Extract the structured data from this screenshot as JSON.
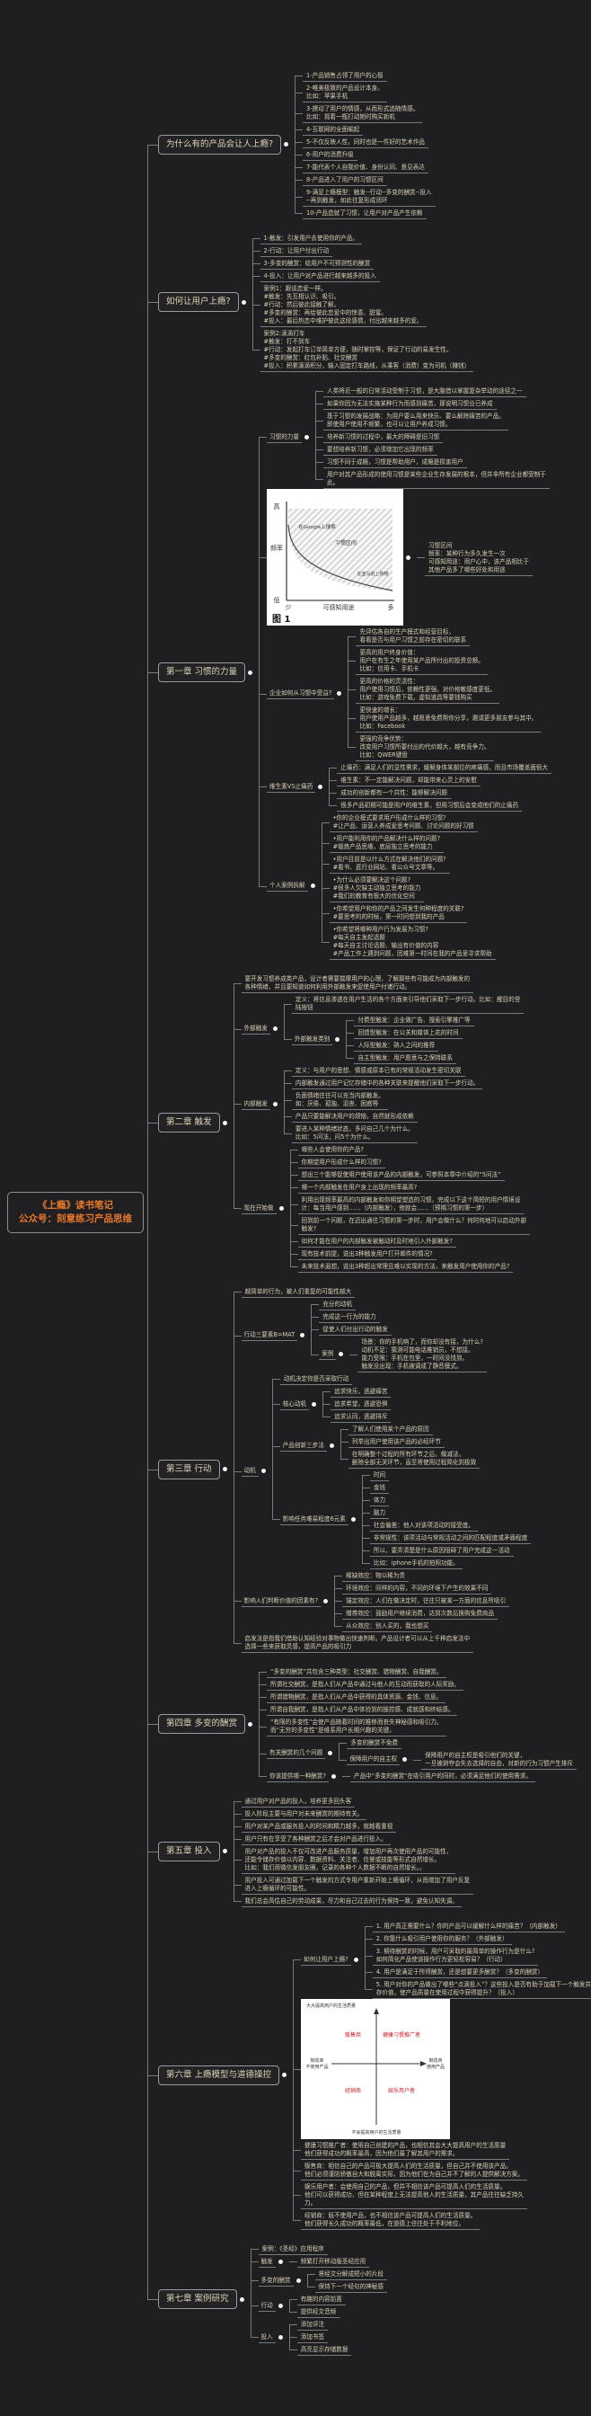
{
  "tree": {
    "text": "《上瘾》读书笔记\n公众号：刻意练习产品思维",
    "children": [
      {
        "text": "为什么有的产品会让人上瘾?",
        "children": [
          {
            "text": "1-产品销售占领了用户的心智"
          },
          {
            "text": "2-唯美极致的产品设计本身。\n比如：苹果手机"
          },
          {
            "text": "3-撩动了用户的情感，从而形式追随情感。\n比如：摇着一瓶打动她时购买新机"
          },
          {
            "text": "4-互联网的全面崛起"
          },
          {
            "text": "5-不仅反映人性，同时也是一件好的艺术作品"
          },
          {
            "text": "6-用户的消费升级"
          },
          {
            "text": "7-能代表个人自我价值、身份认同、意见表达"
          },
          {
            "text": "8-产品进入了用户的习惯区间"
          },
          {
            "text": "9-满足上瘾模型：触发--行动--多变的酬赏--投入\n--再到触发，如此往复形成闭环"
          },
          {
            "text": "10-产品造就了习惯，让用户对产品产生依赖"
          }
        ]
      },
      {
        "text": "如何让用户上瘾?",
        "children": [
          {
            "text": "1-触发：引发用户去使用你的产品。"
          },
          {
            "text": "2-行动：让用户付出行动"
          },
          {
            "text": "3-多变的酬赏：给用户不可预测性的酬赏"
          },
          {
            "text": "4-投入：让用户对产品进行越来越多的投入"
          },
          {
            "text": "案例1：跟谈恋爱一样。\n#触发：先互相认识、吸引。\n#行动：然后彼此接触了解。\n#多变的酬赏：再给彼此恋爱中的惊喜、甜蜜。\n#投入：最后热恋中维护彼此这段感情，付出越来越多的爱。"
          },
          {
            "text": "案例2:滴滴打车\n#触发：打不到车\n#行动：发起打车订单简单方便，随时掌控等，保证了行动的易发生性。\n#多变的酬赏：红包补贴、社交酬赏\n#投入：积累滴滴积分，输入固定打车路线，从乘客（消费）变为司机（赚钱）"
          }
        ]
      },
      {
        "text": "第一章 习惯的力量",
        "children": [
          {
            "text": "习惯的力量",
            "children": [
              {
                "text": "人类将近一般的日常活动受制于习惯，是大脑借以掌握复杂举动的途径之一"
              },
              {
                "text": "如果你因为无法实施某种行为而感到痛苦，那说明习惯业已养成"
              },
              {
                "text": "基于习惯的发展战略：为用户要么用来快乐、要么解除痛苦的产品。\n即使用户使用不频繁，也可以让用户养成习惯。"
              },
              {
                "text": "培养新习惯的过程中，最大的障碍是旧习惯"
              },
              {
                "text": "要想培养新习惯，必须增加它出现的频率"
              },
              {
                "text": "习惯不同于成瘾，习惯是帮助用户，成瘾是损害用户"
              },
              {
                "text": "用户对其产品形成的使用习惯是某些企业生存发展的根本，但并非所有企业都受制于\n此。"
              }
            ]
          },
          {
            "figure": "habit_zone",
            "labels": {
              "high": "高",
              "freq": "频率",
              "low": "低",
              "few": "少",
              "utility": "可感知用途",
              "many": "多",
              "google": "在Google上搜索",
              "zone": "习惯区间",
              "amazon": "在亚马逊上购物",
              "caption": "图 1"
            },
            "children": [
              {
                "text": "习惯区间\n频率：某种行为多久发生一次\n可感知用途：用户心中，该产品相比于\n其他产品多了哪些好处和用途"
              }
            ]
          },
          {
            "text": "企业如何从习惯中受益?",
            "children": [
              {
                "text": "先评估各自的生产模式和经营目标，\n看看是否与用户习惯之前存在密切的联系"
              },
              {
                "text": "更高的用户终身价值：\n用户在有生之年使用某产品所付出的投资总额。\n比如：信用卡、手机卡"
              },
              {
                "text": "更高的价格的灵活性：\n用户使用习惯后，依赖性更强，对价格敏感度更低。\n比如：游戏免费下载，虚拟道具等要钱购买"
              },
              {
                "text": "更快速的增长：\n用户使用产品越多，越愿意免费帮你分享，邀请更多朋友参与其中。\n比如：Facebook"
              },
              {
                "text": "更强的竞争优势：\n改变用户习惯所要付出的代价越大，越有竞争力。\n比如：QWER键盘"
              }
            ]
          },
          {
            "text": "维生素VS止痛药",
            "children": [
              {
                "text": "止痛药：满足人们的显性需求，缓解身体某部位的疼痛感，而且市场覆盖面很大"
              },
              {
                "text": "维生素：不一定能解决问题，却能带来心灵上的安慰"
              },
              {
                "text": "成功的创新都有一个共性：能够解决问题"
              },
              {
                "text": "很多产品初期可能是用户的维生素，但用习惯后会变成他们的止痛药"
              }
            ]
          },
          {
            "text": "个人案例拆解",
            "children": [
              {
                "text": "•你的企业模式要求用户形成什么样的习惯?\n#让产品、运营人养成爱思考问题、讨论问题的好习惯"
              },
              {
                "text": "•用户能利用你的产品解决什么样的问题?\n#锻炼产品思维，底层独立思考的能力"
              },
              {
                "text": "•用户目前是以什么方式在解决他们的问题?\n#看书、逛行业网站、看公众号文章等。"
              },
              {
                "text": "•为什么必须要解决这个问题?\n#很多人欠缺主动独立思考的能力\n#我们的教育有很大的优化空间"
              },
              {
                "text": "•你希望用户和你的产品之间发生何种程度的关联?\n#要思考的的时候，第一时间想到我的产品"
              },
              {
                "text": "•你希望将哪种用户行为发展为习惯?\n#每天自主发起话题\n#每天自主讨论话题、输出有价值的内容\n#产品工作上遇到问题，因难第一时间在我的产品里寻求帮助"
              }
            ]
          }
        ]
      },
      {
        "text": "第二章 触发",
        "children": [
          {
            "text": "要开发习惯养成类产品，设计者需要揣摩用户的心理，了解那些有可能成为内部触发的\n各种情绪，并且要知道如何利用外部触发来促使用户付诸行动。"
          },
          {
            "text": "外部触发",
            "children": [
              {
                "text": "定义：将信息渗透在用户生活的各个方面来引导他们采取下一步行动。比如：醒目的登\n陆按钮"
              },
              {
                "text": "外部触发类别",
                "children": [
                  {
                    "text": "付费型触发：企业做广告、搜索引擎推广等"
                  },
                  {
                    "text": "回馈型触发：在公关和媒体上花的时间"
                  },
                  {
                    "text": "人际型触发：熟人之间的推荐"
                  },
                  {
                    "text": "自主型触发：用户愿意与之保持联系"
                  }
                ]
              }
            ]
          },
          {
            "text": "内部触发",
            "children": [
              {
                "text": "定义：与用户的思想、情感或原本已有的常规活动发生密切关联"
              },
              {
                "text": "内部触发通过用户记忆存储中的各种关联来提醒他们采取下一步行动。"
              },
              {
                "text": "负面情绪往往可以充当内部触发。\n如：厌倦、孤独、沮丧、困惑等"
              },
              {
                "text": "产品只要能解决用户的烦恼，自然就形成依赖"
              },
              {
                "text": "要进入某种情绪状态，多问自己几个为什么。\n比如：5问法，问5个为什么。"
              }
            ]
          },
          {
            "text": "现在开始做",
            "children": [
              {
                "text": "哪些人会使用你的产品?"
              },
              {
                "text": "你期望用户形成什么样的习惯?"
              },
              {
                "text": "想出三个能够促使用户使用该产品的内部触发，可参照本章中介绍的“5问法”"
              },
              {
                "text": "哪一个内部触发在用户身上出现的频率最高?"
              },
              {
                "text": "利用出现频率最高的内部触发和你期望塑造的习惯，完成以下这个简短的用户情境设\n计：每当用户感到……（内部触发），他就会……（预期习惯的第一步）"
              },
              {
                "text": "回到前一个问题，在迈出通往习惯的第一步时，用户会做什么？何时何地可以启动外部\n触发?"
              },
              {
                "text": "如何才能在用户的内部触发被触动时及时地引入外部触发?"
              },
              {
                "text": "现有技术前提，说出3种触发用户打开邮件的情况?"
              },
              {
                "text": "未来技术遐想，说出3种超出常理且难以实现的方法，来触发用户使用你的产品?"
              }
            ]
          }
        ]
      },
      {
        "text": "第三章 行动",
        "children": [
          {
            "text": "越简单的行为，被人们重复的可能性越大"
          },
          {
            "text": "行动三要素B=MAT",
            "children": [
              {
                "text": "充分的动机"
              },
              {
                "text": "完成这一行为的能力"
              },
              {
                "text": "促使人们付出行动的触发"
              },
              {
                "text": "案例",
                "children": [
                  {
                    "text": "场景：你的手机响了，而你却没有接，为什么?\n动机不足：猜测可能电话推销员，不想接。\n能力受限：手机在包里，一时间没找到。\n触发没出现：手机被调成了静音模式。"
                  }
                ]
              }
            ]
          },
          {
            "text": "动机",
            "children": [
              {
                "text": "动机决定你是否采取行动"
              },
              {
                "text": "核心动机",
                "children": [
                  {
                    "text": "追求快乐，逃避痛苦"
                  },
                  {
                    "text": "追求希望，逃避恐惧"
                  },
                  {
                    "text": "追求认同，逃避排斥"
                  }
                ]
              },
              {
                "text": "产品创新三步法",
                "children": [
                  {
                    "text": "了解人们使用某个产品的原因"
                  },
                  {
                    "text": "列举出用户使用该产品的必经环节"
                  },
                  {
                    "text": "在明确整个过程的所有环节之后，做减法，\n删除全部无关环节，直至将使用过程简化到极致"
                  }
                ]
              },
              {
                "text": "影响任务难易程度6元素",
                "children": [
                  {
                    "text": "时间"
                  },
                  {
                    "text": "金钱"
                  },
                  {
                    "text": "体力"
                  },
                  {
                    "text": "脑力"
                  },
                  {
                    "text": "社会偏差：他人对该项活动的接受度。"
                  },
                  {
                    "text": "非常规性：该项活动与常规活动之间的匹配程度或矛盾程度"
                  },
                  {
                    "text": "所以，要弄清楚是什么原因阻碍了用户完成这一活动"
                  },
                  {
                    "text": "比如：iphone手机的拍照功能。"
                  }
                ]
              }
            ]
          },
          {
            "text": "影响人们判断价值的因素有?",
            "children": [
              {
                "text": "稀缺效应：物以稀为贵"
              },
              {
                "text": "环境效应：同样的内容，不同的环境下产生的效果不同"
              },
              {
                "text": "锚定效应：人们在做决定时，往往只被某一方面的信息所吸引"
              },
              {
                "text": "赠券效应：鼓励用户继续消费，达到次数后换购免费商品"
              },
              {
                "text": "从众效应：别人买的，我也想买"
              }
            ]
          },
          {
            "text": "启发法是指我们借助认知经验对事物做出快速判断。产品设计者可以从上千种启发法中\n选择一些来获取灵感，提高产品的吸引力"
          }
        ]
      },
      {
        "text": "第四章 多变的酬赏",
        "children": [
          {
            "text": "“多变的酬赏”共包含三种类型：社交酬赏、猎物酬赏、自我酬赏。"
          },
          {
            "text": "所谓社交酬赏，是指人们从产品中通过与他人的互动而获取的人际奖励。"
          },
          {
            "text": "所谓猎物酬赏，是指人们从产品中获得的具体资源、金钱、信息。"
          },
          {
            "text": "所谓自我酬赏，是指人们从产品中体验到的操控感、成就感和终结感。"
          },
          {
            "text": "“有限的多变性”会使产品随着时间的推移而丧失神秘感和吸引力。\n而“无穷的多变性”是维系用户长期兴趣的关键。"
          },
          {
            "text": "有关酬赏的几个问题",
            "children": [
              {
                "text": "多变的酬赏不免费"
              },
              {
                "text": "保障用户的自主权",
                "children": [
                  {
                    "text": "保障用户的自主权是吸引他们的关键，\n一旦被剥夺会失去选择的自由，对新的行为习惯产生排斥"
                  }
                ]
              }
            ]
          },
          {
            "text": "你该提供哪一种酬赏?",
            "children": [
              {
                "text": "产品中“多变的酬赏”在吸引用户的同时，必须满足他们的使用需求。"
              }
            ]
          }
        ]
      },
      {
        "text": "第五章 投入",
        "children": [
          {
            "text": "通过用户对产品的投入，培养更多回头客"
          },
          {
            "text": "投入阶段主要与用户对未来酬赏的期待有关。"
          },
          {
            "text": "用户对某产品或服务投入的时间和精力越多，就越看重视"
          },
          {
            "text": "用户只有在享受了各种酬赏之后才会对产品进行投入。"
          },
          {
            "text": "用户对产品的投入不仅可改进产品服务质量，增加用户再次使用产品的可能性，\n还能令储存价值以内容、数据资料、关注者、信誉或技能等形式自然增长。\n比如：我们用微信发朋友圈，记录的各种个人数据不断的自然增长。。"
          },
          {
            "text": "用户投入可通过加载下一个触发的方式令用户重新开始上瘾循环，从而增加了用户反复\n进入上瘾循环的可能性。"
          },
          {
            "text": "我们总会高估自己的劳动成果，尽力和自己过去的行为保持一致，避免认知失调。"
          }
        ]
      },
      {
        "text": "第六章 上瘾模型与道德操控",
        "children": [
          {
            "text": "如何让用户上瘾?",
            "children": [
              {
                "text": "1. 用户真正需要什么？你的产品可以缓解什么样的痛苦？（内部触发）"
              },
              {
                "text": "2. 你靠什么吸引用户使用你的服务？（外部触发）"
              },
              {
                "text": "3. 期待酬赏的时候，用户可采取的最简单的操作行为是什么?\n如何简化产品使该操作行为更轻松容易？（行动）"
              },
              {
                "text": "4. 用户是满足于所得酬赏，还是想要更多酬赏？（多变的酬赏）"
              },
              {
                "text": "5. 用户对你的产品做出了哪些“点滴投入”？这些投入是否有助于加载下一个触发并储\n存价值，使产品质量在使用过程中获得提升？（投入）"
              }
            ]
          },
          {
            "figure": "quadrant",
            "labels": {
              "top": "大大提高用户的生活质量",
              "bottom": "不会提高用户的生活质量",
              "left1": "制造商",
              "left2": "不使用产品",
              "right1": "制造商",
              "right2": "使用产品",
              "q1": "贩售商",
              "q2": "健康习惯推广者",
              "q3": "经销商",
              "q4": "娱乐用户者"
            },
            "accent": "#d0202a"
          },
          {
            "text": "健康习惯推广者：使用自己创建的产品，也相信其会大大提高用户的生活质量\n他们获得成功的概率最高，因为他们最了解其用户的需求。"
          },
          {
            "text": "贩售商：相信自己的产品可极大提高人们的生活质量，但自己并不使用该产品。\n他们必须谨防骄傲自大和脱离实际，因为他们在为自己并不了解的人提供解决方案。"
          },
          {
            "text": "娱乐用户者：会使用自己的产品，但并不相信该产品可提高人们的生活质量。\n他们可以获得成功，但在某种程度上无法提高他人的生活质量，其产品往往缺乏持久\n力。"
          },
          {
            "text": "经销商：既不使用产品，也不相信该产品可提高人们的生活质量。\n他们获得长久成功的概率最低，在道德上往往处于不利地位。"
          }
        ]
      },
      {
        "text": "第七章 案例研究",
        "children": [
          {
            "text": "案例：《圣经》应用程序"
          },
          {
            "text": "触发",
            "children": [
              {
                "text": "频繁打开移动版圣经应用"
              }
            ]
          },
          {
            "text": "多变的酬赏",
            "children": [
              {
                "text": "将经文分解成短小的片段"
              },
              {
                "text": "保持下一个经句的神秘感"
              }
            ]
          },
          {
            "text": "行动",
            "children": [
              {
                "text": "有趣的内容前置"
              },
              {
                "text": "提供经文音频"
              }
            ]
          },
          {
            "text": "投入",
            "children": [
              {
                "text": "添加评注"
              },
              {
                "text": "添加书签"
              },
              {
                "text": "高亮显示存储数据"
              }
            ]
          }
        ]
      }
    ]
  }
}
